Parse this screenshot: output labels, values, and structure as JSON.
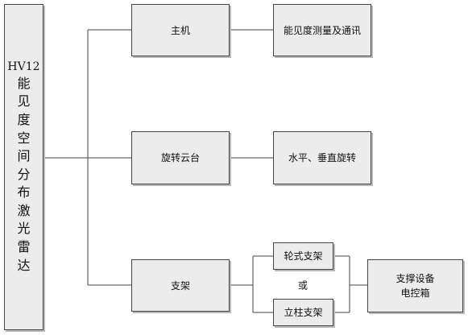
{
  "diagram": {
    "root": {
      "title_latin": "HV12",
      "title_chars": [
        "能",
        "见",
        "度",
        "空",
        "间",
        "分",
        "布",
        "激",
        "光",
        "雷",
        "达"
      ]
    },
    "modules": [
      {
        "label": "主机",
        "function": "能见度测量及通讯"
      },
      {
        "label": "旋转云台",
        "function": "水平、垂直旋转"
      },
      {
        "label": "支架"
      }
    ],
    "support_options": [
      "轮式支架",
      "立柱支架"
    ],
    "or_label": "或",
    "support_result": [
      "支撑设备",
      "电控箱"
    ]
  },
  "colors": {
    "box_fill": "#ececec",
    "box_border": "#444444",
    "shadow": "#b9b9b9",
    "line": "#444444"
  }
}
